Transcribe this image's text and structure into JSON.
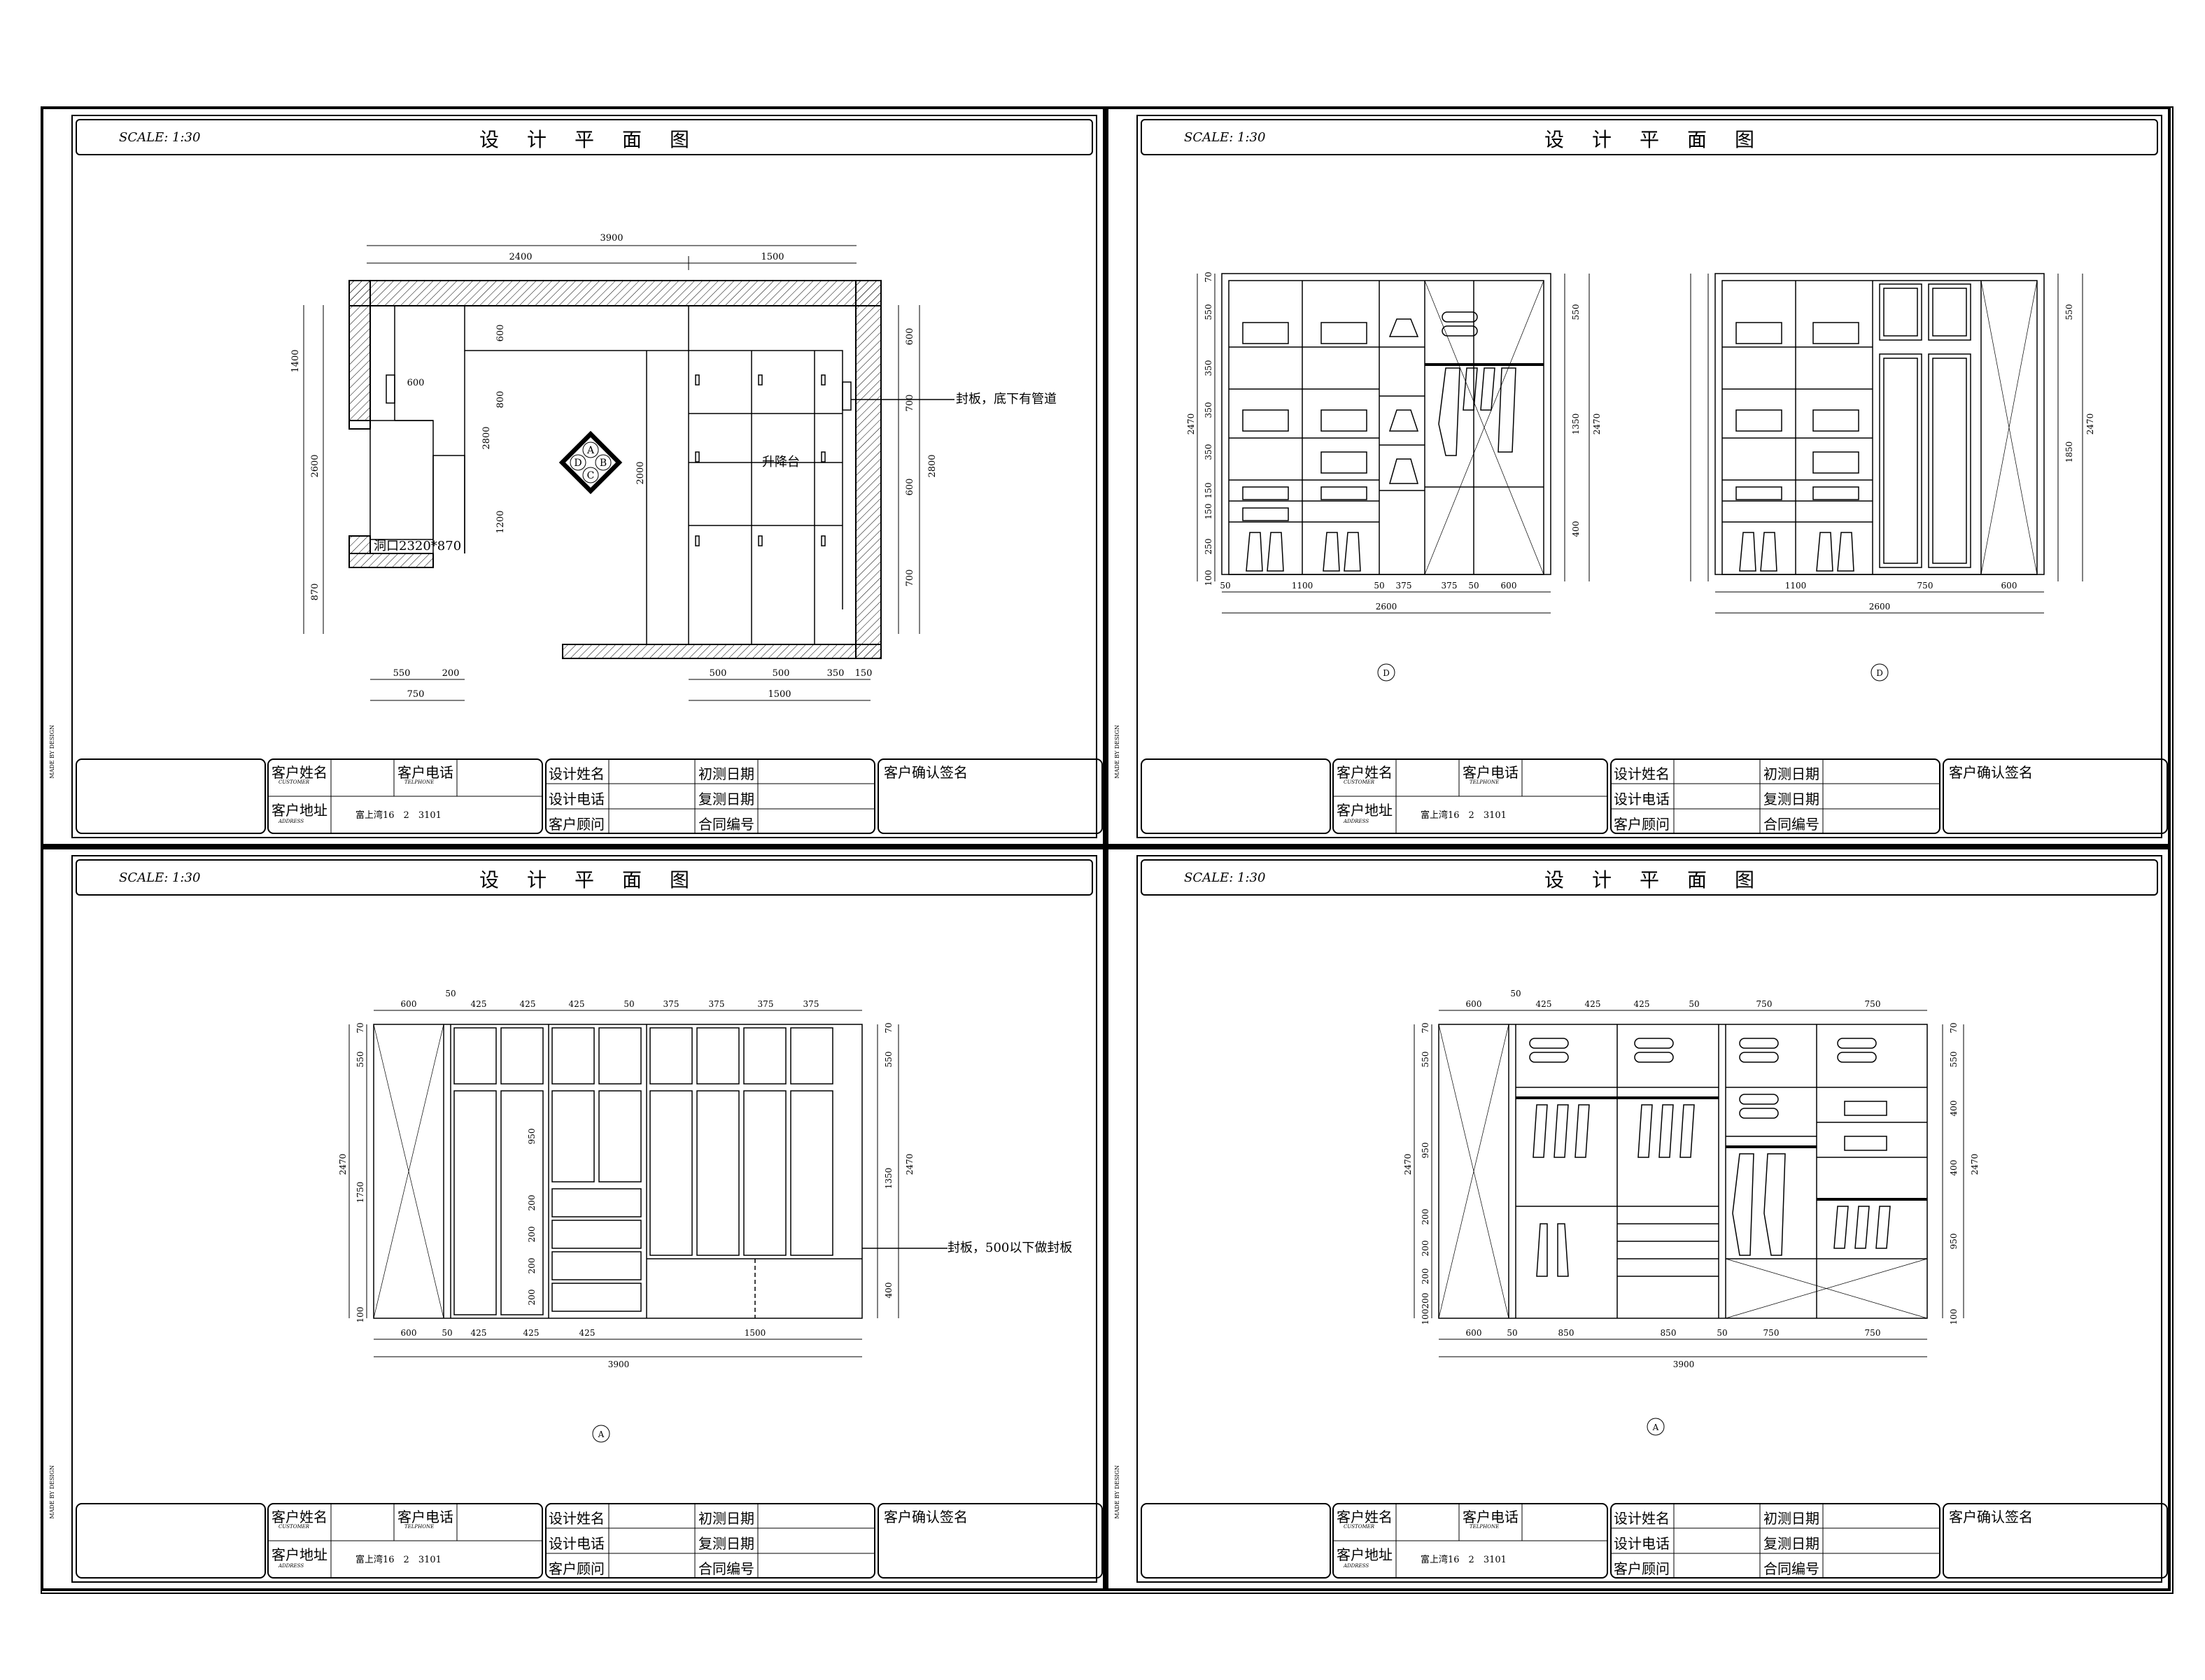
{
  "sheets": [
    {
      "scale": "SCALE: 1:30",
      "title": "设计平面图",
      "drawing": "plan",
      "marker": "",
      "notes": {
        "pipe": "封板，底下有管道",
        "lift": "升降台",
        "opening": "洞口2320*870"
      },
      "dims": {
        "top_total": "3900",
        "top_left": "2400",
        "top_right": "1500",
        "left_1": "1400",
        "left_2": "2600",
        "left_3": "870",
        "inner_600a": "600",
        "inner_600b": "600",
        "inner_800": "800",
        "inner_2800": "2800",
        "inner_1200": "1200",
        "inner_2000": "2000",
        "right_1": "600",
        "right_2": "700",
        "right_3": "600",
        "right_4": "700",
        "right_2800": "2800",
        "bot_550": "550",
        "bot_200": "200",
        "bot_750": "750",
        "bot_500a": "500",
        "bot_500b": "500",
        "bot_350": "350",
        "bot_150": "150",
        "bot_1500": "1500"
      },
      "compass": [
        "A",
        "B",
        "C",
        "D"
      ]
    },
    {
      "scale": "SCALE: 1:30",
      "title": "设计平面图",
      "drawing": "elev-d",
      "marker": "D",
      "dims": {
        "h70": "70",
        "h550": "550",
        "h350a": "350",
        "h350b": "350",
        "h350c": "350",
        "h150a": "150",
        "h150b": "150",
        "h250": "250",
        "h100": "100",
        "h2470": "2470",
        "r550": "550",
        "r1350": "1350",
        "r400": "400",
        "r2470": "2470",
        "w50a": "50",
        "w1100": "1100",
        "w50b": "50",
        "w375a": "375",
        "w375b": "375",
        "w50c": "50",
        "w600": "600",
        "w2600": "2600",
        "b1100": "1100",
        "b750": "750",
        "b600": "600",
        "b2600": "2600",
        "b1850": "1850",
        "b550": "550",
        "b2470": "2470"
      }
    },
    {
      "scale": "SCALE: 1:30",
      "title": "设计平面图",
      "drawing": "elev-a1",
      "marker": "A",
      "notes": {
        "seal": "封板，500以下做封板"
      },
      "dims": {
        "t600": "600",
        "t50": "50",
        "t425a": "425",
        "t425b": "425",
        "t425c": "425",
        "t50b": "50",
        "t375a": "375",
        "t375b": "375",
        "t375c": "375",
        "t375d": "375",
        "h70": "70",
        "h550": "550",
        "h2470": "2470",
        "h1750": "1750",
        "h100": "100",
        "h950": "950",
        "h200a": "200",
        "h200b": "200",
        "h200c": "200",
        "h200d": "200",
        "r70": "70",
        "r550": "550",
        "r1350": "1350",
        "r2470": "2470",
        "r400": "400",
        "b600": "600",
        "b50": "50",
        "b425a": "425",
        "b425b": "425",
        "b425c": "425",
        "b1500": "1500",
        "b3900": "3900"
      }
    },
    {
      "scale": "SCALE: 1:30",
      "title": "设计平面图",
      "drawing": "elev-a2",
      "marker": "A",
      "dims": {
        "t600": "600",
        "t50": "50",
        "t425a": "425",
        "t425b": "425",
        "t425c": "425",
        "t50b": "50",
        "t750a": "750",
        "t750b": "750",
        "h70": "70",
        "h550": "550",
        "h2470": "2470",
        "h950": "950",
        "h200a": "200",
        "h200b": "200",
        "h200c": "200",
        "h200d": "200",
        "h100": "100",
        "r70": "70",
        "r550": "550",
        "r400a": "400",
        "r400b": "400",
        "r950": "950",
        "r100": "100",
        "r2470": "2470",
        "b600": "600",
        "b50": "50",
        "b850a": "850",
        "b850b": "850",
        "b50b": "50",
        "b750a": "750",
        "b750b": "750",
        "b3900": "3900"
      }
    }
  ],
  "title_block": {
    "customer_name": "客户姓名",
    "customer_name_en": "CUSTOMER",
    "customer_phone": "客户电话",
    "customer_phone_en": "TELPHONE",
    "customer_address": "客户地址",
    "customer_address_en": "ADDRESS",
    "address_value": "富上湾16　2　3101",
    "designer_name": "设计姓名",
    "designer_phone": "设计电话",
    "advisor": "客户顾问",
    "first_measure": "初测日期",
    "re_measure": "复测日期",
    "contract_no": "合同编号",
    "confirm_sign": "客户确认签名",
    "made_by": "MADE BY DESIGN"
  }
}
